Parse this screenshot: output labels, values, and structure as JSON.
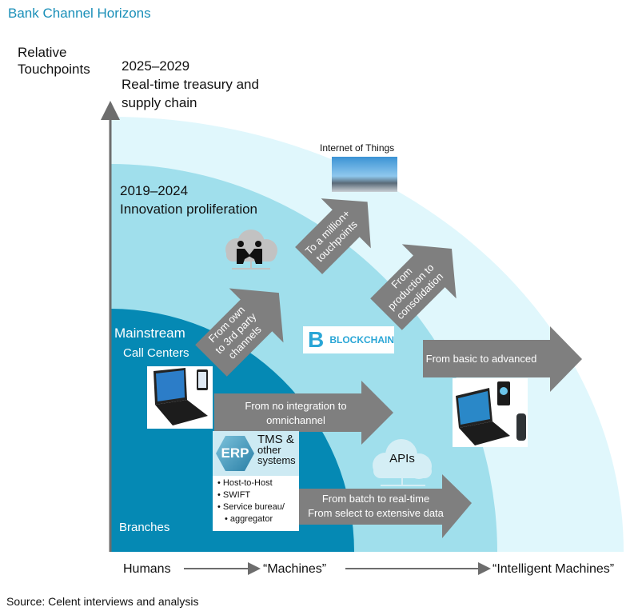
{
  "title": "Bank Channel Horizons",
  "y_axis_label": [
    "Relative",
    "Touchpoints"
  ],
  "colors": {
    "title": "#1a8fb8",
    "outer_band": "#e0f7fc",
    "middle_band": "#a0dfec",
    "inner_band": "#0589b4",
    "arrow": "#7f7f7f",
    "axis": "#6d6d6d"
  },
  "eras": [
    {
      "years": "2025–2029",
      "label_line1": "Real-time treasury and",
      "label_line2": "supply chain"
    },
    {
      "years": "2019–2024",
      "label": "Innovation proliferation"
    },
    {
      "label": "Mainstream"
    }
  ],
  "inner_labels": {
    "call_centers": "Call Centers",
    "branches": "Branches"
  },
  "arrows": {
    "third_party": [
      "From own",
      "to 3rd party",
      "channels"
    ],
    "million": [
      "To a million+",
      "touchpoints"
    ],
    "consolidation": [
      "From",
      "production to",
      "consolidation"
    ],
    "omnichannel": [
      "From no integration to",
      "omnichannel"
    ],
    "advanced": [
      "From basic to advanced"
    ],
    "realtime": [
      "From batch to real-time",
      "From select to extensive data"
    ]
  },
  "icons": {
    "iot_label": "Internet of Things",
    "blockchain_label": "BLOCKCHAIN",
    "apis_label": "APIs",
    "erp_logo": "ERP"
  },
  "erp_box": {
    "title_line1": "TMS &",
    "title_line2": "other",
    "title_line3": "systems",
    "items": [
      "Host-to-Host",
      "SWIFT",
      "Service bureau/",
      "aggregator"
    ]
  },
  "x_axis": {
    "start": "Humans",
    "middle": "“Machines”",
    "end": "“Intelligent Machines”"
  },
  "source": "Source: Celent interviews and analysis"
}
